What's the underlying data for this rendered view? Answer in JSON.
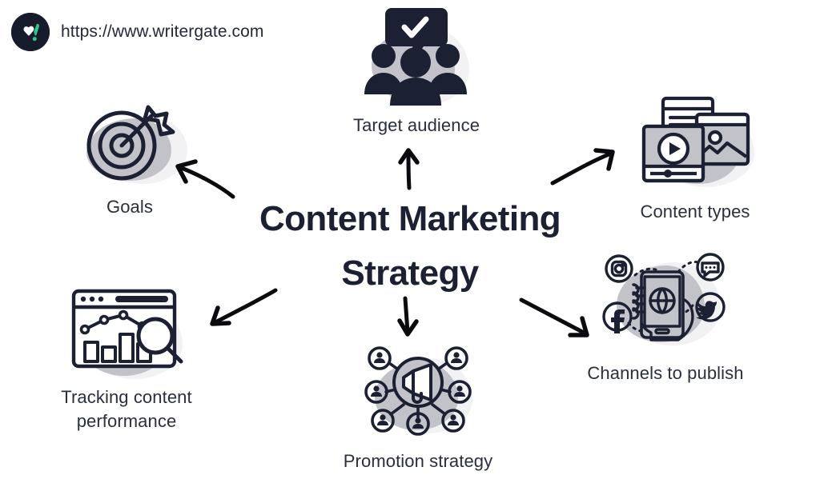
{
  "brand": {
    "url": "https://www.writergate.com",
    "logo_icon": "heart-exclamation-logo-icon",
    "logo_bg_color": "#171c2c",
    "logo_accent_color": "#2ec98b",
    "logo_mark_color": "#ffffff"
  },
  "center": {
    "title_line1": "Content Marketing",
    "title_line2": "Strategy",
    "title_color": "#1c2033"
  },
  "palette": {
    "ink": "#1c2033",
    "blob_gray": "#c2c3c8",
    "blob_ghost": "#f2f2f4",
    "label_color": "#2a2e3f",
    "arrow_color": "#0b0b0f",
    "background": "#ffffff"
  },
  "nodes": [
    {
      "id": "goals",
      "label": "Goals",
      "icon": "target-dartboard-arrow-icon",
      "position": "left-top"
    },
    {
      "id": "target-audience",
      "label": "Target audience",
      "icon": "people-group-checkmark-icon",
      "position": "top-center"
    },
    {
      "id": "content-types",
      "label": "Content types",
      "icon": "media-cards-video-image-document-icon",
      "position": "right-top"
    },
    {
      "id": "channels-to-publish",
      "label": "Channels to publish",
      "icon": "hand-phone-social-network-icon",
      "position": "right-bottom"
    },
    {
      "id": "promotion-strategy",
      "label": "Promotion strategy",
      "icon": "megaphone-network-nodes-icon",
      "position": "bottom-center"
    },
    {
      "id": "tracking-content-performance",
      "label": "Tracking content\nperformance",
      "icon": "analytics-browser-magnifier-icon",
      "position": "left-bottom"
    }
  ],
  "arrows": [
    {
      "id": "arrow-to-goals",
      "from": "center",
      "to": "goals",
      "style": "curved-up-left"
    },
    {
      "id": "arrow-to-target-audience",
      "from": "center",
      "to": "target-audience",
      "style": "straight-up"
    },
    {
      "id": "arrow-to-content-types",
      "from": "center",
      "to": "content-types",
      "style": "curved-up-right"
    },
    {
      "id": "arrow-to-channels",
      "from": "center",
      "to": "channels-to-publish",
      "style": "curved-down-right"
    },
    {
      "id": "arrow-to-promotion",
      "from": "center",
      "to": "promotion-strategy",
      "style": "straight-down"
    },
    {
      "id": "arrow-to-tracking",
      "from": "center",
      "to": "tracking-content-performance",
      "style": "curved-down-left"
    }
  ]
}
